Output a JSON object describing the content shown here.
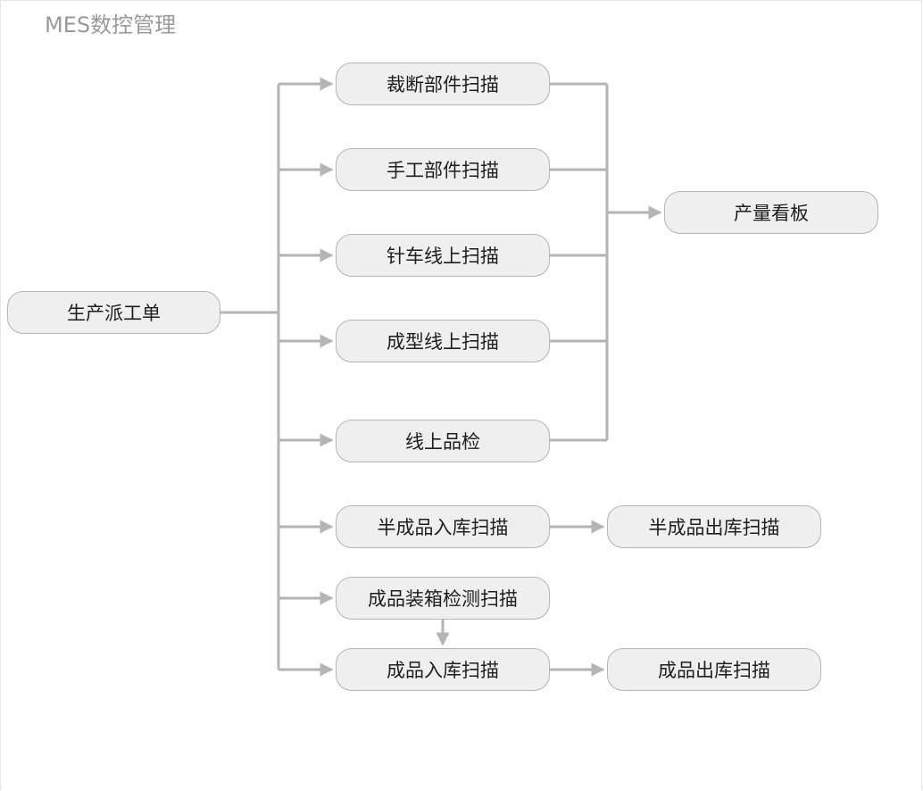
{
  "diagram": {
    "title": "MES数控管理",
    "edge_color": "#b5b5b5",
    "node_fill": "#efefef",
    "nodes": {
      "dispatch": "生产派工单",
      "cut_scan": "裁断部件扫描",
      "manual_scan": "手工部件扫描",
      "sewing_scan": "针车线上扫描",
      "forming_scan": "成型线上扫描",
      "inline_qc": "线上品检",
      "output_board": "产量看板",
      "semi_in_scan": "半成品入库扫描",
      "semi_out_scan": "半成品出库扫描",
      "box_inspect_scan": "成品装箱检测扫描",
      "fg_in_scan": "成品入库扫描",
      "fg_out_scan": "成品出库扫描"
    }
  }
}
